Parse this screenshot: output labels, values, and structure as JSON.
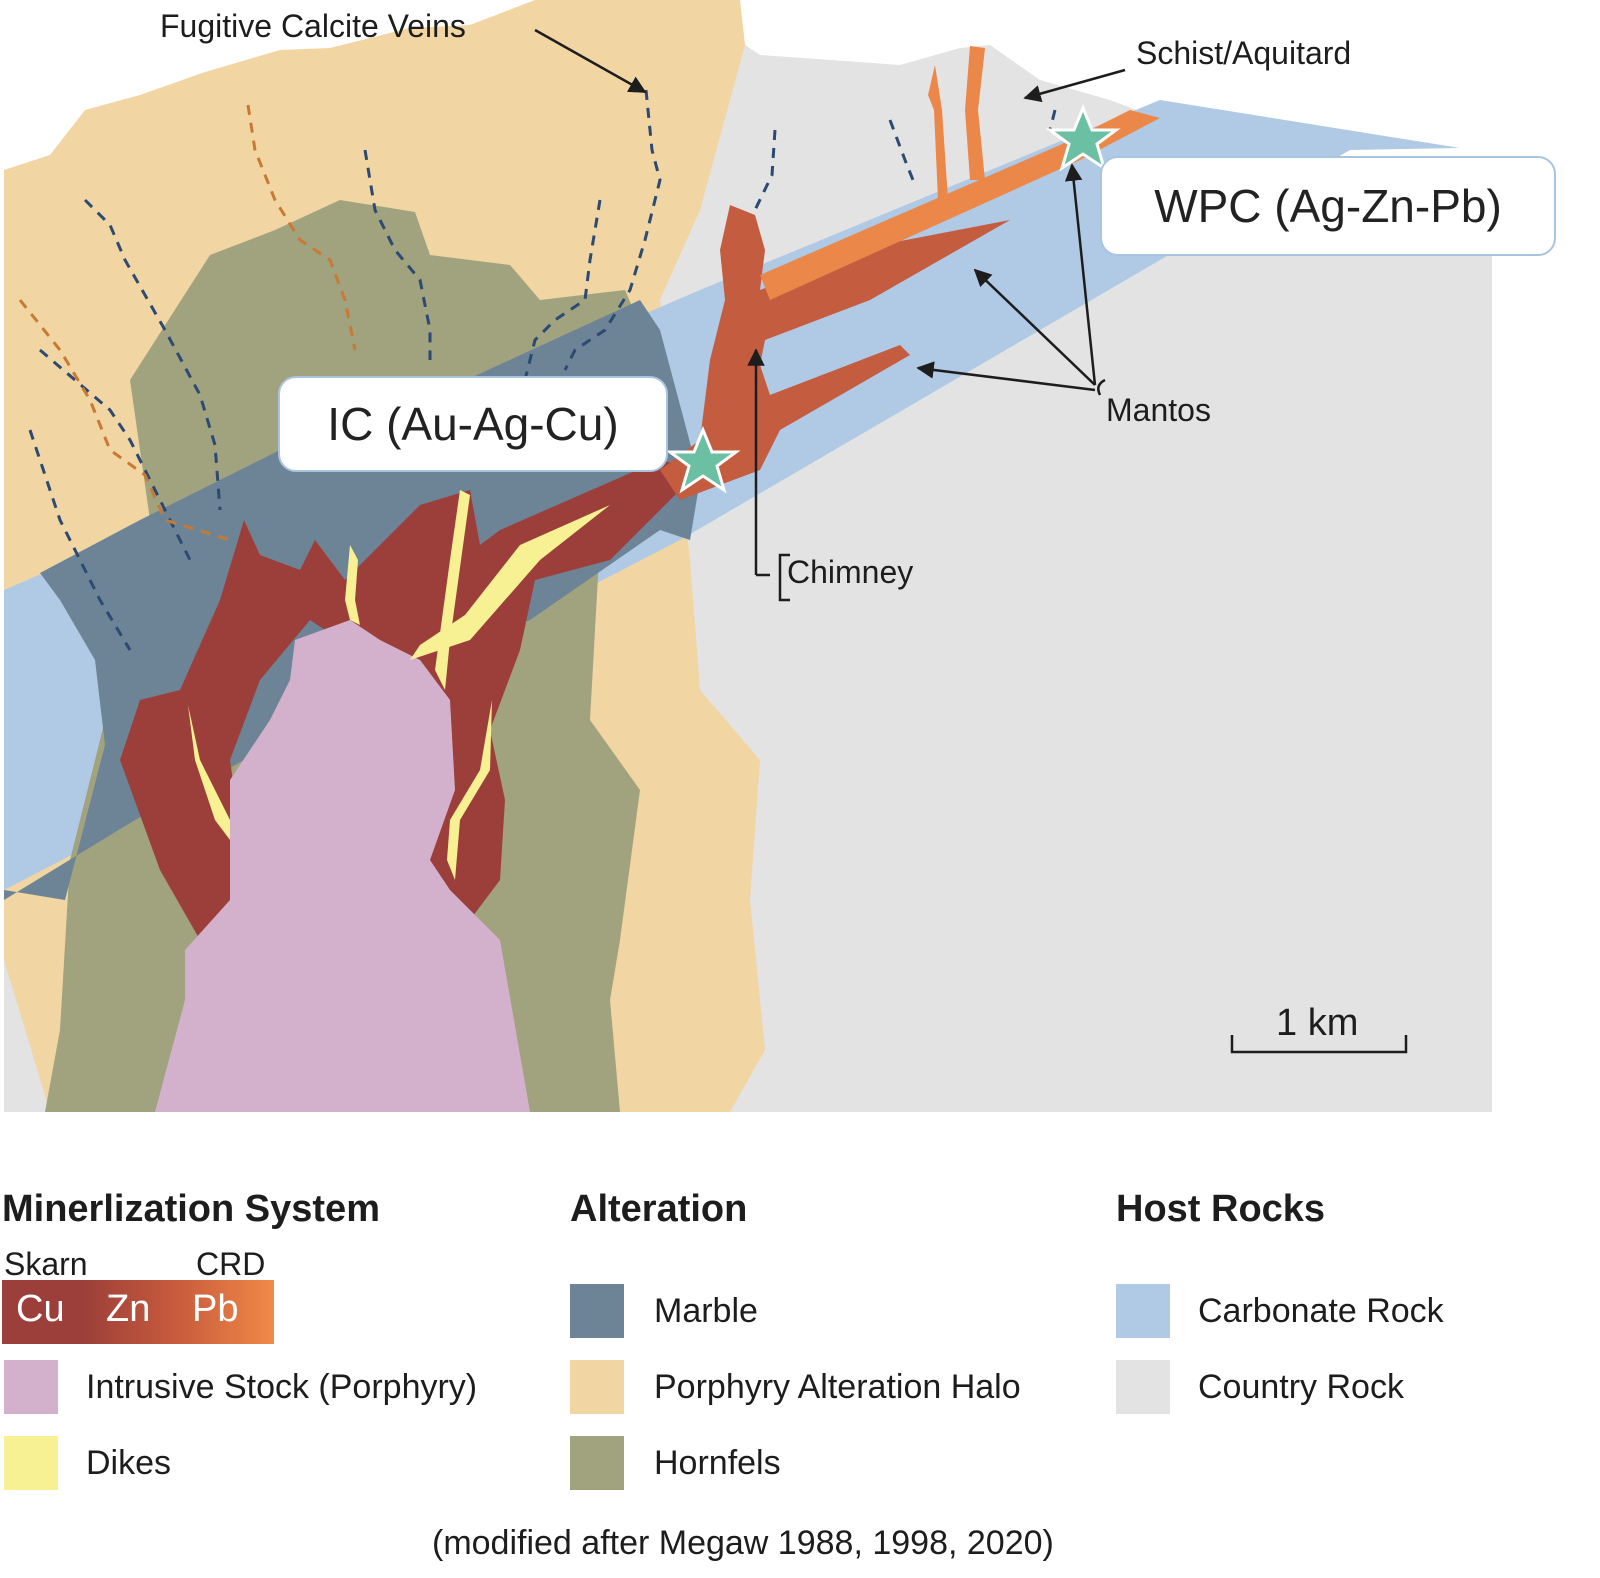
{
  "colors": {
    "marble": "#6d8497",
    "porphyry_halo": "#f1d5a3",
    "hornfels": "#a1a27e",
    "carbonate": "#b0c9e4",
    "country": "#e3e3e3",
    "intrusive": "#d3b1cd",
    "dikes": "#f8f193",
    "skarn": "#9c3f3a",
    "chimney": "#c45c40",
    "crd": "#eb8748",
    "star": "#6bbfa3",
    "vein_blue": "#2c4a72",
    "vein_orange": "#c87a35"
  },
  "labels": {
    "fugitive_veins": "Fugitive Calcite Veins",
    "schist": "Schist/Aquitard",
    "wpc": "WPC (Ag-Zn-Pb)",
    "ic": "IC (Au-Ag-Cu)",
    "mantos": "Mantos",
    "chimney": "Chimney",
    "scale": "1 km"
  },
  "legend": {
    "mineralization": {
      "title": "Minerlization System",
      "skarn": "Skarn",
      "crd": "CRD",
      "metals": [
        "Cu",
        "Zn",
        "Pb"
      ],
      "items": [
        {
          "label": "Intrusive Stock (Porphyry)",
          "color": "#d3b1cd"
        },
        {
          "label": "Dikes",
          "color": "#f8f193"
        }
      ]
    },
    "alteration": {
      "title": "Alteration",
      "items": [
        {
          "label": "Marble",
          "color": "#6d8497"
        },
        {
          "label": "Porphyry Alteration Halo",
          "color": "#f1d5a3"
        },
        {
          "label": "Hornfels",
          "color": "#a1a27e"
        }
      ]
    },
    "host": {
      "title": "Host Rocks",
      "items": [
        {
          "label": "Carbonate Rock",
          "color": "#b0c9e4"
        },
        {
          "label": "Country Rock",
          "color": "#e3e3e3"
        }
      ]
    }
  },
  "citation": "(modified after Megaw 1988, 1998, 2020)"
}
